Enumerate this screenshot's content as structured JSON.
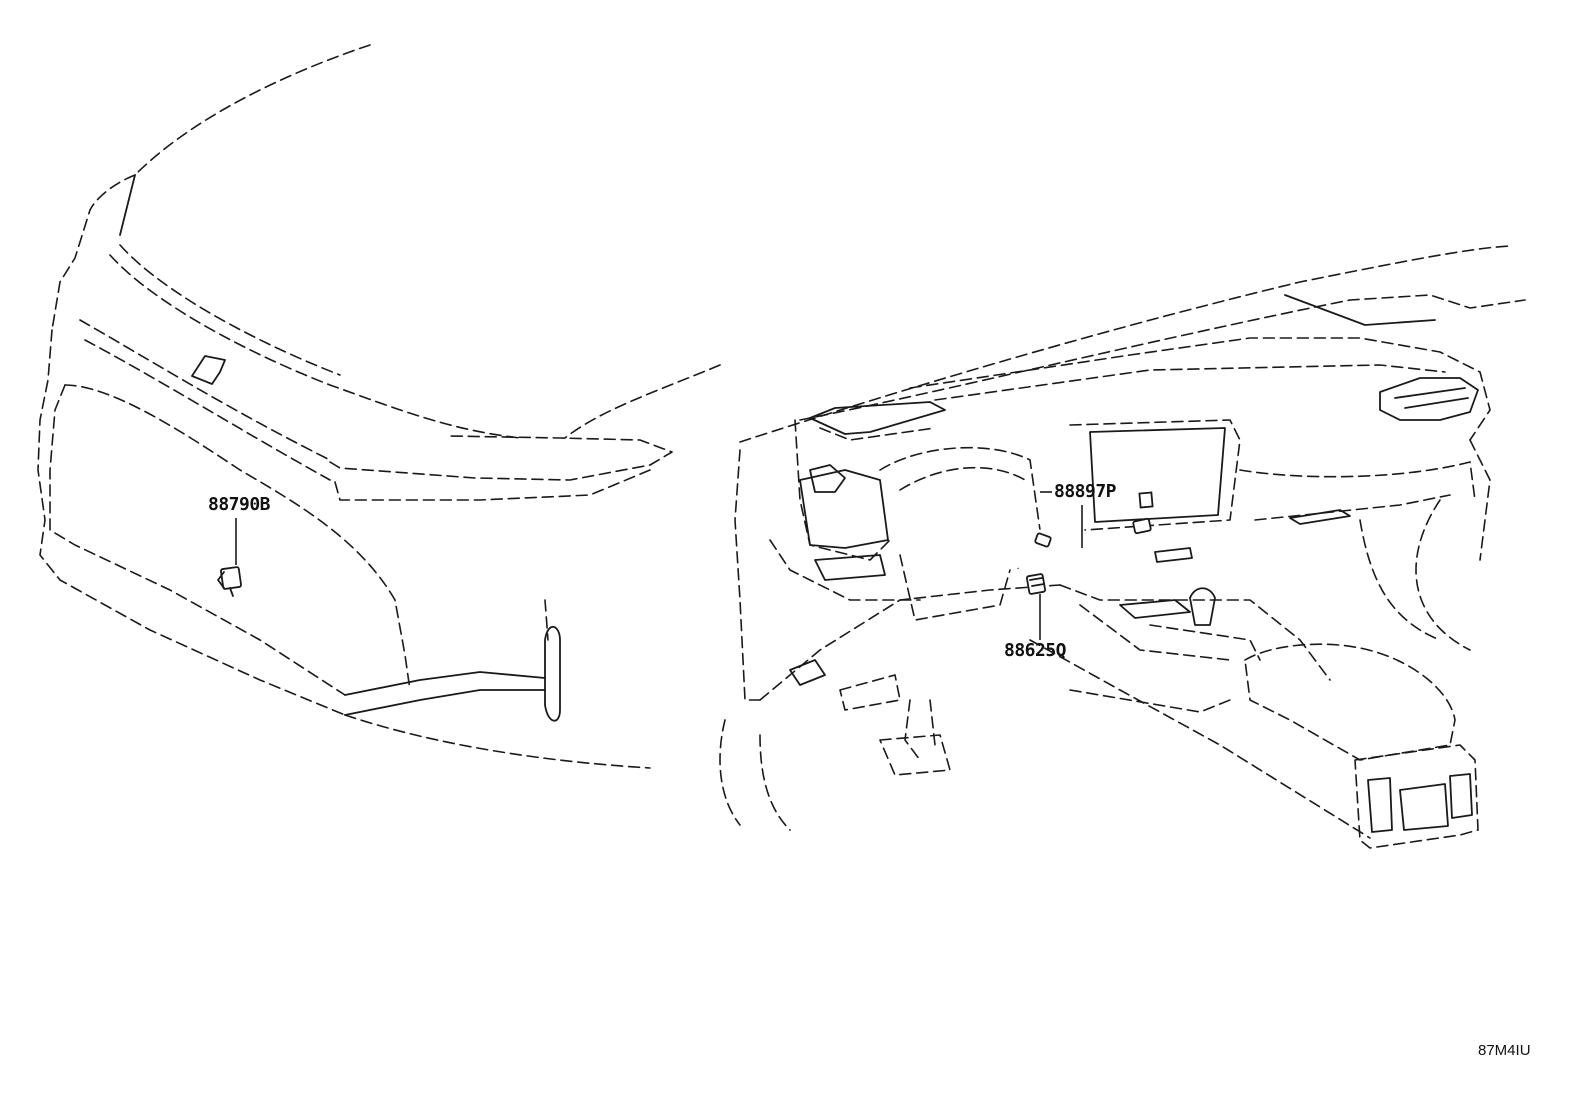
{
  "callouts": {
    "front_sensor": "88790B",
    "harness": "88897P",
    "cabin_sensor": "88625Q"
  },
  "reference_code": "87M4IU"
}
